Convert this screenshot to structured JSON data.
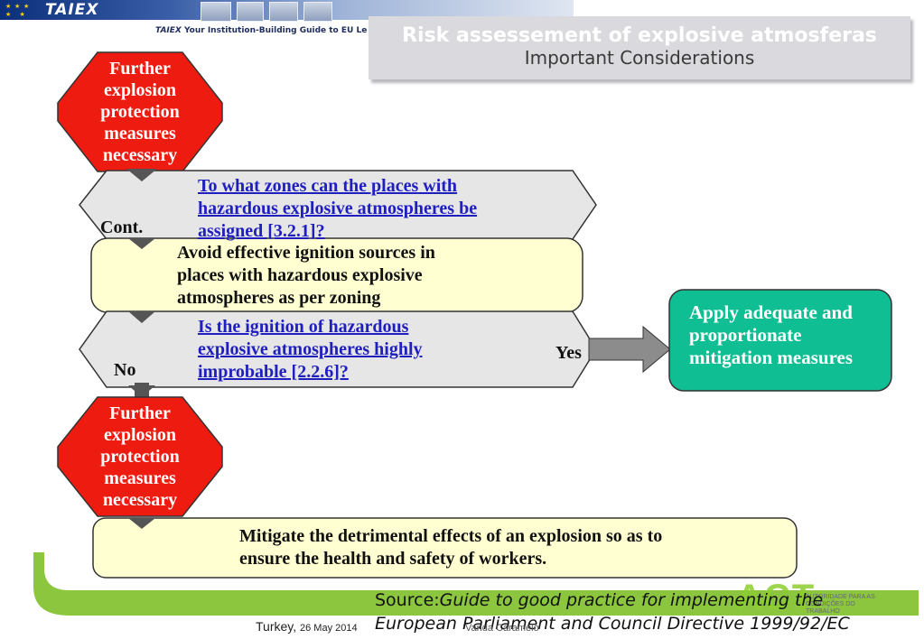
{
  "header": {
    "logo_text": "TAIEX",
    "guide_prefix": "TAIEX",
    "guide_text": " Your Institution-Building Guide to EU Le",
    "title": "Risk assessement of explosive atmosferas",
    "subtitle": "Important Considerations"
  },
  "flow": {
    "red_top": [
      "Further",
      "explosion",
      "protection",
      "measures",
      "necessary"
    ],
    "q_zones": [
      "To what zones can the places with",
      "hazardous explosive atmospheres be",
      "assigned [3.2.1]?"
    ],
    "cont_label": "Cont.",
    "avoid_box": [
      "Avoid effective ignition sources in",
      "places with hazardous explosive",
      "atmospheres as per zoning"
    ],
    "q_ignition": [
      "Is the ignition of hazardous",
      "explosive atmospheres highly",
      "improbable [2.2.6]?"
    ],
    "yes_label": "Yes",
    "no_label": "No",
    "apply_box": [
      "Apply adequate and",
      "proportionate",
      "mitigation measures"
    ],
    "red_bottom": [
      "Further",
      "explosion",
      "protection",
      "measures",
      "necessary"
    ],
    "mitigate_box": [
      "Mitigate the detrimental effects of an explosion so as to",
      "ensure the health and safety of workers."
    ]
  },
  "footer": {
    "source_label": "Source:",
    "source_line1": "Guide to good practice for implementing the",
    "source_line2": "European Parliament and Council Directive 1999/92/EC",
    "location": "Turkey, ",
    "date": "26 May 2014",
    "author": "Vanda Caramelo",
    "logo_text": "ACT",
    "logo_caption": "AUTORIDADE PARA AS CONDIÇÕES DO TRABALHO"
  },
  "colors": {
    "red_octagon": "#ee1c10",
    "yellow_box": "#ffffd2",
    "gray_hex": "#e6e6e6",
    "teal_box": "#0fbf93",
    "green_band": "#8cc63f",
    "title_bg": "#d9d9de"
  }
}
